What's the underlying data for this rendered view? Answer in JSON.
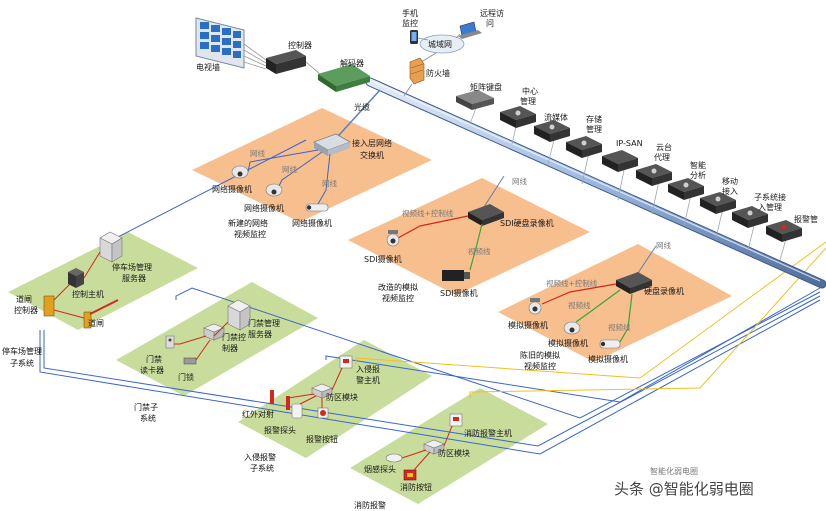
{
  "colors": {
    "zone_orange": "#f7be8e",
    "zone_green": "#c8dc9c",
    "backbone": "#9db8e0",
    "blue_line": "#3a66c8",
    "red_line": "#d4281c",
    "green_line": "#33a833",
    "yellow_line": "#f0c020",
    "gray_line": "#8a8a8a"
  },
  "top": {
    "tv_wall": "电视墙",
    "controller": "控制器",
    "decoder": "解码器",
    "phone_line1": "手机",
    "phone_line2": "监控",
    "remote_line1": "远程访",
    "remote_line2": "问",
    "wan": "城域网",
    "firewall": "防火墙",
    "fiber": "光缆"
  },
  "backbone_devices": {
    "matrix_keyboard": "矩阵键盘",
    "center_mgmt_1": "中心",
    "center_mgmt_2": "管理",
    "streaming": "流媒体",
    "storage_1": "存储",
    "storage_2": "管理",
    "ipsan": "IP-SAN",
    "cloud_1": "云台",
    "cloud_2": "代理",
    "smart_1": "智能",
    "smart_2": "分析",
    "mobile_1": "移动",
    "mobile_2": "接入",
    "subsystem_1": "子系统接",
    "subsystem_2": "入管理",
    "alarm_mgmt": "报警管"
  },
  "zone_network": {
    "switch_1": "接入层网络",
    "switch_2": "交换机",
    "line_a": "网线",
    "line_b": "网线",
    "line_c": "网线",
    "cam1": "网络摄像机",
    "cam2": "网络摄像机",
    "cam3": "网络摄像机",
    "title_1": "新建的网络",
    "title_2": "视频监控"
  },
  "zone_sdi": {
    "line_video_ctrl": "视频线+控制线",
    "line_net": "网线",
    "dvr": "SDI硬盘录像机",
    "line_video": "视频线",
    "cam1": "SDI摄像机",
    "cam2": "SDI摄像机",
    "title_1": "改造的模拟",
    "title_2": "视频监控"
  },
  "zone_analog": {
    "line_net": "网线",
    "line_video_ctrl": "视频线+控制线",
    "dvr": "硬盘录像机",
    "line_video1": "视频线",
    "line_video2": "视频线",
    "cam1": "模拟摄像机",
    "cam2": "模拟摄像机",
    "cam3": "模拟摄像机",
    "title_1": "陈旧的模拟",
    "title_2": "视频监控"
  },
  "zone_parking": {
    "server_1": "停车场管理",
    "server_2": "服务器",
    "host": "控制主机",
    "gate_ctrl_1": "道闸",
    "gate_ctrl_2": "控制器",
    "gate": "道闸",
    "title_1": "停车场管理",
    "title_2": "子系统"
  },
  "zone_access": {
    "server_1": "门禁管理",
    "server_2": "服务器",
    "ctrl_1": "门禁控",
    "ctrl_2": "制器",
    "reader_1": "门禁",
    "reader_2": "读卡器",
    "lock": "门锁",
    "title_1": "门禁子",
    "title_2": "系统"
  },
  "zone_intrusion": {
    "host_1": "入侵报",
    "host_2": "警主机",
    "module": "防区模块",
    "infrared": "红外对射",
    "detector": "报警探头",
    "button": "报警按钮",
    "title_1": "入侵报警",
    "title_2": "子系统"
  },
  "zone_fire": {
    "host": "消防报警主机",
    "module": "防区模块",
    "smoke": "烟感探头",
    "button": "消防按钮",
    "title": "消防报警"
  },
  "watermark": "头条 @智能化弱电圈",
  "watermark_faint": "智能化弱电圈"
}
